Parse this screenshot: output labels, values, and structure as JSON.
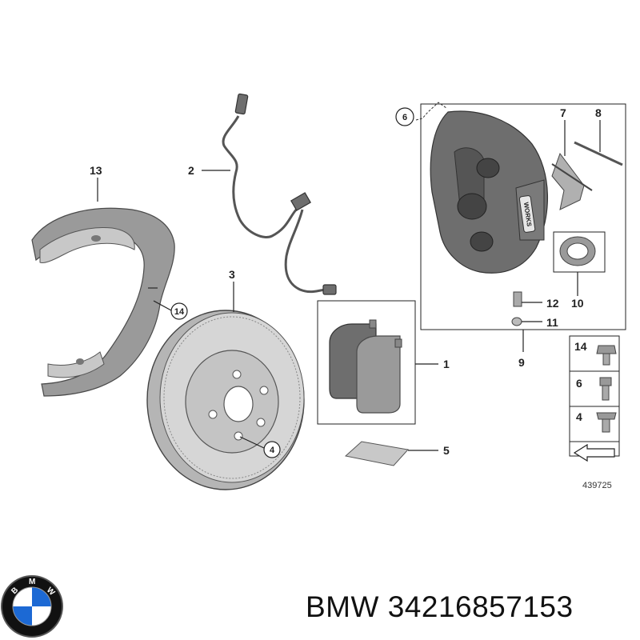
{
  "callouts": {
    "c1": "1",
    "c2": "2",
    "c3": "3",
    "c4": "4",
    "c5": "5",
    "c6": "6",
    "c7": "7",
    "c8": "8",
    "c9": "9",
    "c10": "10",
    "c11": "11",
    "c12": "12",
    "c13": "13",
    "c14": "14"
  },
  "legend": {
    "items": [
      {
        "label": "14"
      },
      {
        "label": "6"
      },
      {
        "label": "4"
      }
    ],
    "ref_number": "439725"
  },
  "caliper_badge": "WORKS",
  "logo": {
    "text": "BMW",
    "colors": {
      "blue": "#1c69d4",
      "white": "#ffffff",
      "ring": "#111111"
    }
  },
  "footer": {
    "brand": "BMW",
    "part_number": "34216857153"
  }
}
